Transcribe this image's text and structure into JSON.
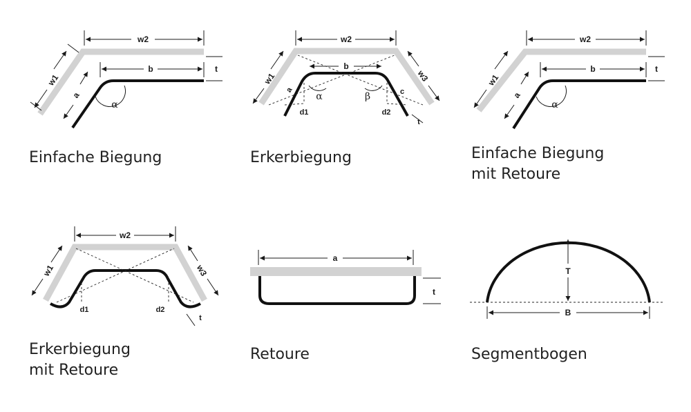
{
  "diagrams": [
    {
      "id": "einfache-biegung",
      "caption": [
        "Einfache Biegung"
      ],
      "labels": {
        "w1": "w1",
        "w2": "w2",
        "b": "b",
        "t": "t",
        "a": "a",
        "alpha": "α"
      }
    },
    {
      "id": "erkerbiegung",
      "caption": [
        "Erkerbiegung"
      ],
      "labels": {
        "w1": "w1",
        "w2": "w2",
        "w3": "w3",
        "b": "b",
        "a": "a",
        "c": "c",
        "t": "t",
        "d1": "d1",
        "d2": "d2",
        "alpha": "α",
        "beta": "β"
      }
    },
    {
      "id": "einfache-biegung-mit-retoure",
      "caption": [
        "Einfache Biegung",
        "mit Retoure"
      ],
      "labels": {
        "w1": "w1",
        "w2": "w2",
        "b": "b",
        "t": "t",
        "a": "a",
        "alpha": "α"
      }
    },
    {
      "id": "erkerbiegung-mit-retoure",
      "caption": [
        "Erkerbiegung",
        "mit Retoure"
      ],
      "labels": {
        "w1": "w1",
        "w2": "w2",
        "w3": "w3",
        "t": "t",
        "d1": "d1",
        "d2": "d2"
      }
    },
    {
      "id": "retoure",
      "caption": [
        "Retoure"
      ],
      "labels": {
        "a": "a",
        "t": "t"
      }
    },
    {
      "id": "segmentbogen",
      "caption": [
        "Segmentbogen"
      ],
      "labels": {
        "T": "T",
        "B": "B"
      }
    }
  ],
  "colors": {
    "band": "#d2d2d2",
    "profile": "#111111",
    "text": "#222222"
  }
}
